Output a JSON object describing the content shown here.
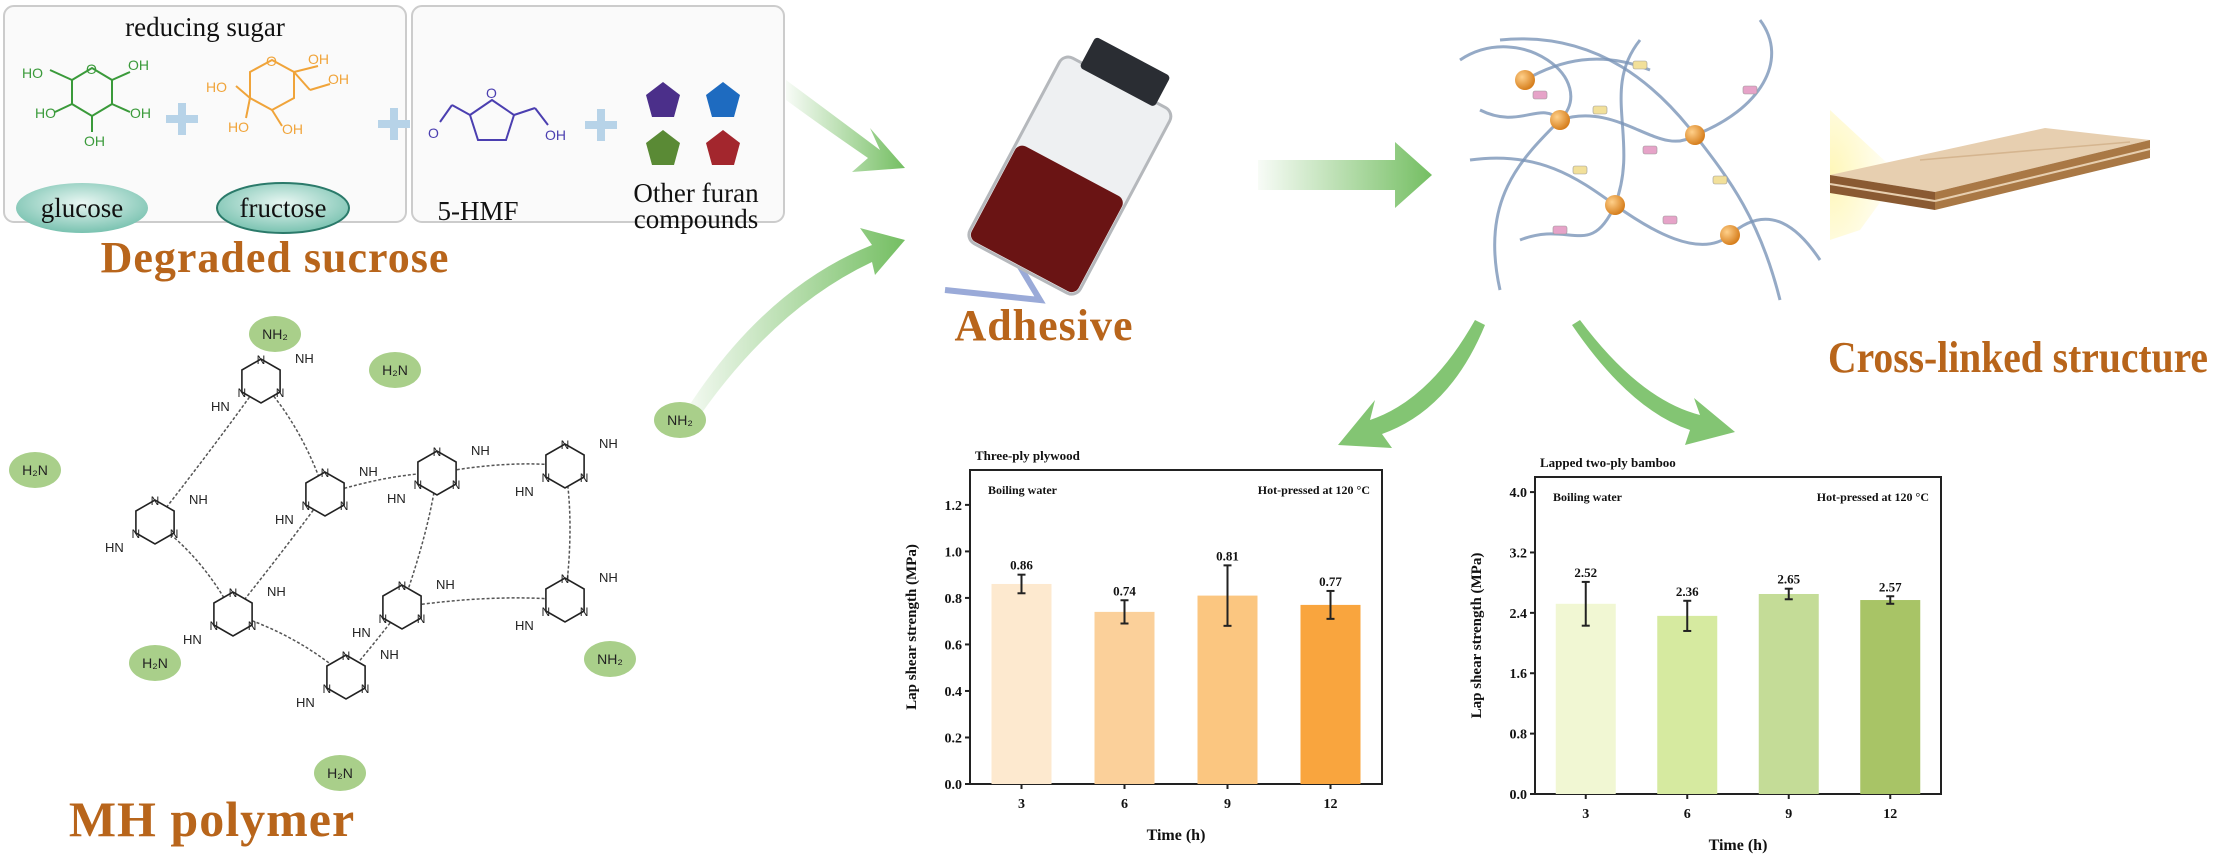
{
  "sucrose_panel": {
    "box1_title": "reducing sugar",
    "glucose": "glucose",
    "fructose": "fructose",
    "hmf": "5-HMF",
    "other_furan_line1": "Other furan",
    "other_furan_line2": "compounds",
    "pentagon_colors": [
      "#4b2f8a",
      "#1e6bc0",
      "#5a8a35",
      "#a3262d"
    ],
    "caption": "Degraded sucrose"
  },
  "mh_polymer": {
    "caption": "MH polymer",
    "nh2": "NH₂",
    "h2n": "H₂N",
    "nh": "NH",
    "hn": "HN",
    "n": "N"
  },
  "adhesive": {
    "caption": "Adhesive"
  },
  "crosslinked": {
    "caption": "Cross-linked structure"
  },
  "colors": {
    "caption": "#b8651b",
    "arrow": "#6dbb5a"
  },
  "chart_data": [
    {
      "type": "bar",
      "title": "Three-ply plywood",
      "annotation_left": "Boiling water",
      "annotation_right": "Hot-pressed at 120 °C",
      "xlabel": "Time (h)",
      "ylabel": "Lap shear strength (MPa)",
      "categories": [
        "3",
        "6",
        "9",
        "12"
      ],
      "values": [
        0.86,
        0.74,
        0.81,
        0.77
      ],
      "value_labels": [
        "0.86",
        "0.74",
        "0.81",
        "0.77"
      ],
      "errors": [
        0.04,
        0.05,
        0.13,
        0.06
      ],
      "bar_colors": [
        "#fde9cf",
        "#fbd09a",
        "#fbc680",
        "#f9a53e"
      ],
      "ylim": [
        0,
        1.35
      ],
      "yticks": [
        "0.0",
        "0.2",
        "0.4",
        "0.6",
        "0.8",
        "1.0",
        "1.2"
      ],
      "ytick_values": [
        0,
        0.2,
        0.4,
        0.6,
        0.8,
        1.0,
        1.2
      ]
    },
    {
      "type": "bar",
      "title": "Lapped two-ply bamboo",
      "annotation_left": "Boiling water",
      "annotation_right": "Hot-pressed at 120 °C",
      "xlabel": "Time (h)",
      "ylabel": "Lap shear strength (MPa)",
      "categories": [
        "3",
        "6",
        "9",
        "12"
      ],
      "values": [
        2.52,
        2.36,
        2.65,
        2.57
      ],
      "value_labels": [
        "2.52",
        "2.36",
        "2.65",
        "2.57"
      ],
      "errors": [
        0.29,
        0.2,
        0.07,
        0.05
      ],
      "bar_colors": [
        "#f1f7d3",
        "#d6eaa0",
        "#c4dc97",
        "#a8c466"
      ],
      "ylim": [
        0,
        4.2
      ],
      "yticks": [
        "0.0",
        "0.8",
        "1.6",
        "2.4",
        "3.2",
        "4.0"
      ],
      "ytick_values": [
        0,
        0.8,
        1.6,
        2.4,
        3.2,
        4.0
      ]
    }
  ]
}
